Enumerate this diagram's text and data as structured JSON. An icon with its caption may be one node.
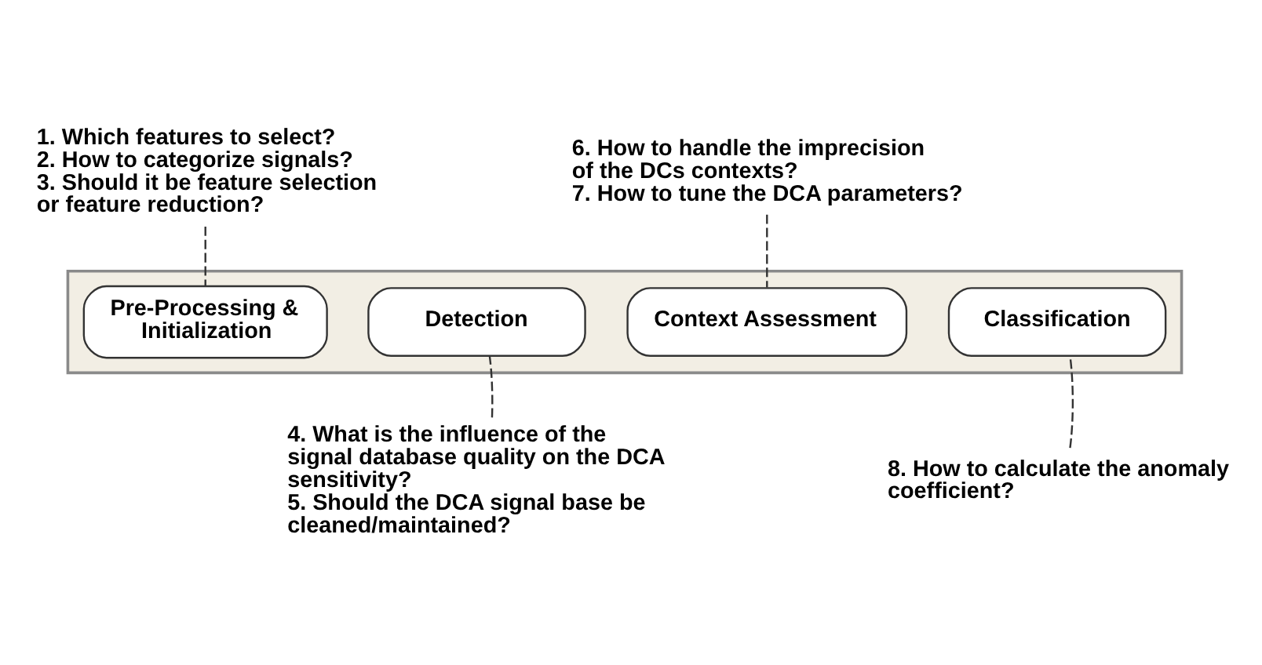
{
  "diagram": {
    "nodes": [
      {
        "text": [],
        "shape": "arrow"
      },
      {
        "text": [
          "Pre-Processing & Initialization"
        ],
        "in": 0
      },
      {
        "text": [
          "Detection"
        ],
        "in": 0
      },
      {
        "text": [
          "Context Assessment"
        ],
        "in": 0
      },
      {
        "text": [
          "Classification"
        ],
        "in": 0
      },
      {
        "text": [
          "1. Which features to select?",
          "2. How to categorize signals?",
          "3. Should it be feature selection or feature reduction?"
        ]
      },
      {
        "text": [
          "6. How to handle the imprecision of the DCs contexts?",
          "7. How to tune the DCA parameters?"
        ]
      },
      {
        "text": [
          "4. What is the influence of the signal database quality on the DCA sensitivity?",
          "5. Should the DCA signal base be cleaned/maintained?"
        ]
      },
      {
        "text": [
          "8. How to calculate the anomaly coefficient?"
        ]
      }
    ],
    "edges": [
      {
        "from": 5,
        "to": 1,
        "arrow": "none",
        "style": "dashed"
      },
      {
        "from": 6,
        "to": 3,
        "arrow": "none",
        "style": "dashed"
      },
      {
        "from": 7,
        "to": 2,
        "arrow": "none",
        "style": "dashed"
      },
      {
        "from": 8,
        "to": 4,
        "arrow": "none",
        "style": "dashed"
      }
    ]
  }
}
